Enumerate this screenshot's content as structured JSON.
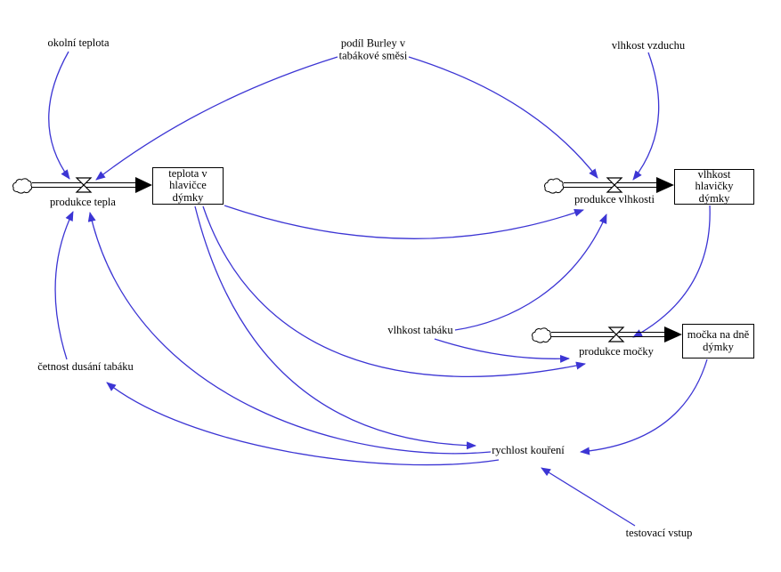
{
  "diagram": {
    "tool": "stock-and-flow diagram",
    "colors": {
      "background": "#ffffff",
      "arrow": "#3c35d4",
      "flow": "#000000",
      "text": "#000000"
    },
    "stocks": {
      "teplota_v_hlavicce": "teplota v\nhlavičce\ndýmky",
      "vlhkost_hlavicky": "vlhkost\nhlavičky\ndýmky",
      "mocka_na_dne": "močka na dně\ndýmky"
    },
    "flows": {
      "produkce_tepla": "produkce tepla",
      "produkce_vlhkosti": "produkce vlhkosti",
      "produkce_mocky": "produkce močky"
    },
    "auxiliaries": {
      "okolni_teplota": "okolní teplota",
      "podil_burley": "podíl Burley v\ntabákové směsi",
      "vlhkost_vzduchu": "vlhkost vzduchu",
      "vlhkost_tabaku": "vlhkost tabáku",
      "cetnost_dusani": "četnost dusání tabáku",
      "rychlost_koureni": "rychlost kouření",
      "testovaci_vstup": "testovací vstup"
    },
    "flow_chains": [
      {
        "source": "cloud",
        "flow": "produkce tepla",
        "into": "teplota v hlavičce dýmky"
      },
      {
        "source": "cloud",
        "flow": "produkce vlhkosti",
        "into": "vlhkost hlavičky dýmky"
      },
      {
        "source": "cloud",
        "flow": "produkce močky",
        "into": "močka na dně dýmky"
      }
    ],
    "links": [
      {
        "from": "okolní teplota",
        "to": "produkce tepla"
      },
      {
        "from": "podíl Burley v tabákové směsi",
        "to": "produkce tepla"
      },
      {
        "from": "podíl Burley v tabákové směsi",
        "to": "produkce vlhkosti"
      },
      {
        "from": "vlhkost vzduchu",
        "to": "produkce vlhkosti"
      },
      {
        "from": "teplota v hlavičce dýmky",
        "to": "produkce vlhkosti"
      },
      {
        "from": "teplota v hlavičce dýmky",
        "to": "produkce močky"
      },
      {
        "from": "teplota v hlavičce dýmky",
        "to": "rychlost kouření"
      },
      {
        "from": "vlhkost tabáku",
        "to": "produkce vlhkosti"
      },
      {
        "from": "vlhkost tabáku",
        "to": "produkce močky"
      },
      {
        "from": "vlhkost hlavičky dýmky",
        "to": "produkce močky"
      },
      {
        "from": "močka na dně dýmky",
        "to": "rychlost kouření"
      },
      {
        "from": "testovací vstup",
        "to": "rychlost kouření"
      },
      {
        "from": "rychlost kouření",
        "to": "produkce tepla"
      },
      {
        "from": "rychlost kouření",
        "to": "četnost dusání tabáku"
      },
      {
        "from": "četnost dusání tabáku",
        "to": "produkce tepla"
      }
    ]
  }
}
